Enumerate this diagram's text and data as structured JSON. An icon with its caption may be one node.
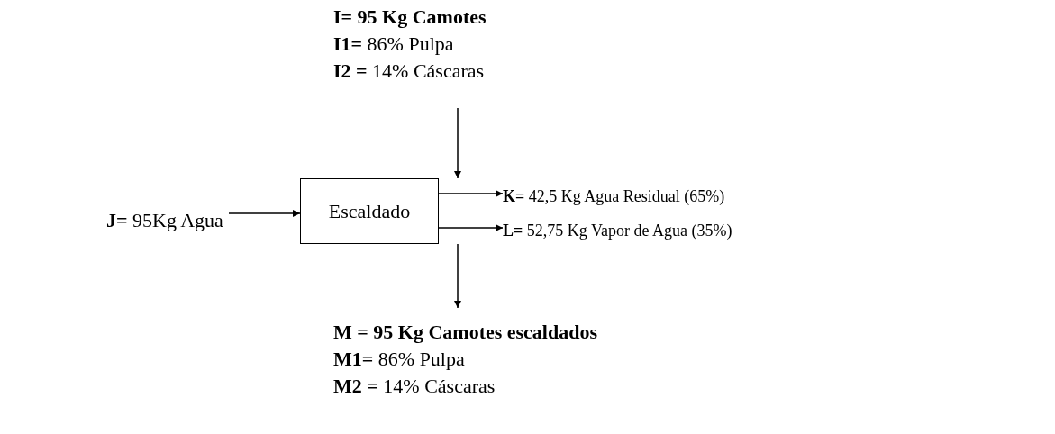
{
  "diagram": {
    "nodes": [
      {
        "text": [
          "I= 95 Kg Camotes",
          "**I1=** 86% Pulpa",
          "**I2 =** 14% Cáscaras"
        ]
      },
      {
        "text": [
          "**J=** 95Kg Agua"
        ]
      },
      {
        "text": [
          "Escaldado"
        ]
      },
      {
        "text": [
          "**K=** 42,5 Kg Agua Residual (65%)"
        ]
      },
      {
        "text": [
          "**L=** 52,75 Kg Vapor de Agua (35%)"
        ]
      },
      {
        "text": [
          "M = 95 Kg Camotes escaldados",
          "**M1=** 86% Pulpa",
          "**M2 =** 14% Cáscaras"
        ]
      }
    ],
    "edges": [
      {
        "from": 0,
        "to": 2,
        "arrow": "to"
      },
      {
        "from": 1,
        "to": 2,
        "arrow": "to"
      },
      {
        "from": 2,
        "to": 3,
        "arrow": "to"
      },
      {
        "from": 2,
        "to": 4,
        "arrow": "to"
      },
      {
        "from": 2,
        "to": 5,
        "arrow": "to"
      }
    ]
  }
}
